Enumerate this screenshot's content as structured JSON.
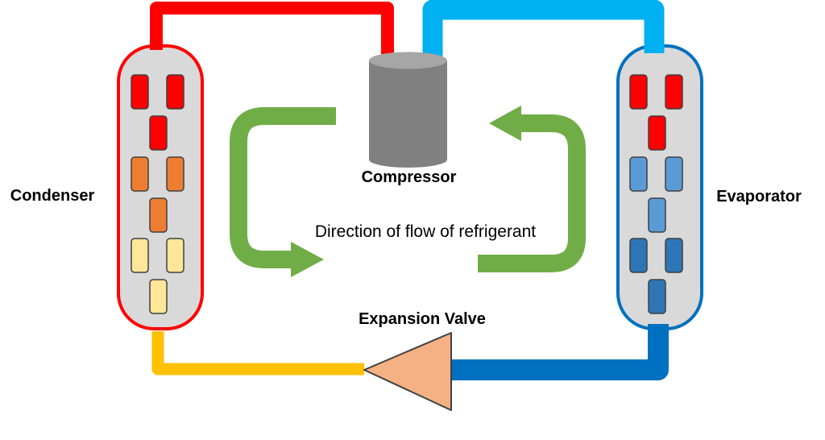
{
  "labels": {
    "condenser": "Condenser",
    "compressor": "Compressor",
    "evaporator": "Evaporator",
    "expansion_valve": "Expansion Valve",
    "flow_caption": "Direction of flow of refrigerant"
  },
  "colors": {
    "background": "#FFFFFF",
    "label_text": "#000000",
    "hot_gas_pipe": "#FF0000",
    "suction_pipe": "#00B0F0",
    "liquid_pipe": "#FFC000",
    "expanded_pipe": "#0070C0",
    "flow_arrow": "#70AD47",
    "vessel_fill": "#D9D9D9",
    "condenser_border": "#FF0000",
    "evaporator_border": "#0070C0",
    "compressor_body": "#808080",
    "compressor_top": "#A6A6A6",
    "valve_fill": "#F4B183",
    "valve_border": "#404040",
    "block_border": "#404040"
  },
  "condenser": {
    "block_colors": [
      "#FF0000",
      "#FF0000",
      "#FF0000",
      "#ED7D31",
      "#ED7D31",
      "#ED7D31",
      "#FFE699",
      "#FFE699",
      "#FFE699"
    ]
  },
  "evaporator": {
    "block_colors": [
      "#FF0000",
      "#FF0000",
      "#FF0000",
      "#5B9BD5",
      "#5B9BD5",
      "#5B9BD5",
      "#2E75B6",
      "#2E75B6",
      "#2E75B6"
    ]
  }
}
